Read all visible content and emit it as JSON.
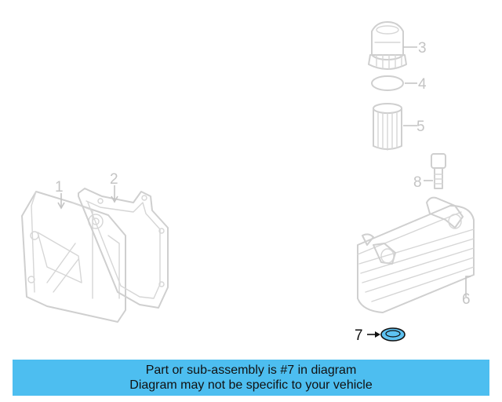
{
  "colors": {
    "banner_bg": "#4dbef0",
    "highlight_fill": "#5ec2f2",
    "ghost_stroke": "#cfcfcf",
    "callout_text": "#c4c4c4",
    "highlight_text": "#111111"
  },
  "callouts": {
    "c1": "1",
    "c2": "2",
    "c3": "3",
    "c4": "4",
    "c5": "5",
    "c6": "6",
    "c7": "7",
    "c8": "8"
  },
  "banner": {
    "line1": "Part or sub-assembly is #7 in diagram",
    "line2": "Diagram may not be specific to your vehicle"
  }
}
